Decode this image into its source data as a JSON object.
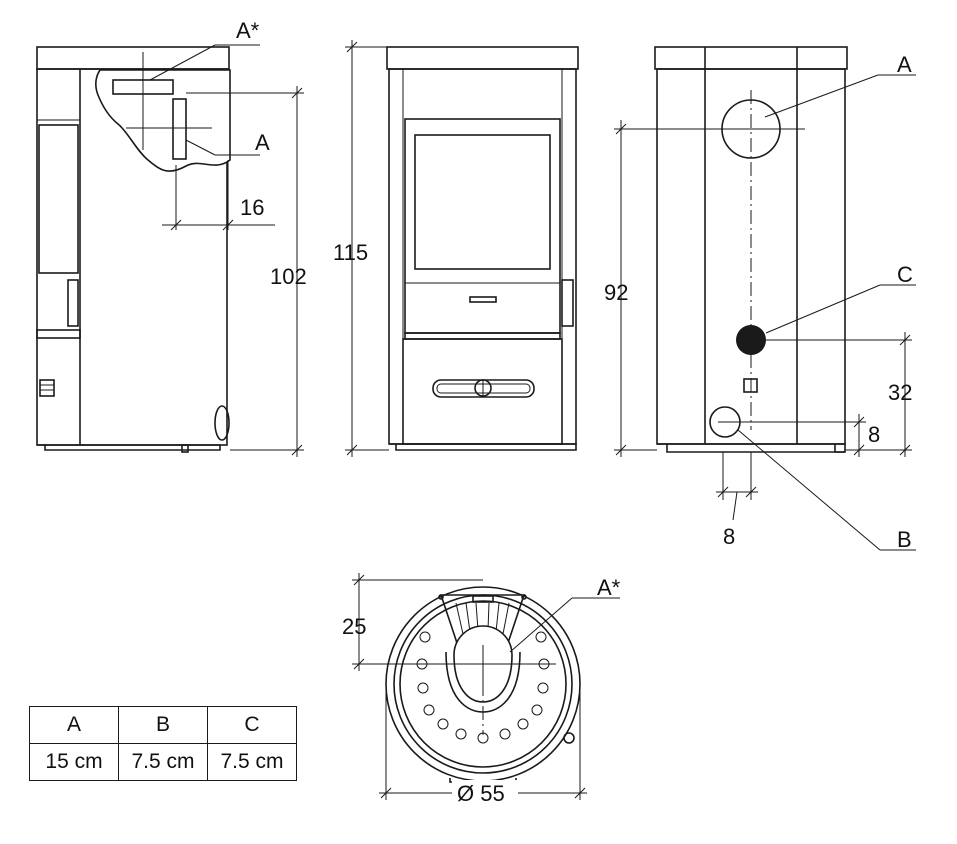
{
  "labels": {
    "a_star": "A*",
    "a": "A",
    "b": "B",
    "c": "C"
  },
  "dimensions": {
    "side_height": "102",
    "side_offset": "16",
    "front_height": "115",
    "rear_a_height": "92",
    "rear_c_height": "32",
    "rear_b_height": "8",
    "rear_b_offset": "8",
    "top_offset": "25",
    "diameter": "Ø 55"
  },
  "legend": {
    "headers": [
      "A",
      "B",
      "C"
    ],
    "values": [
      "15 cm",
      "7.5 cm",
      "7.5 cm"
    ]
  }
}
